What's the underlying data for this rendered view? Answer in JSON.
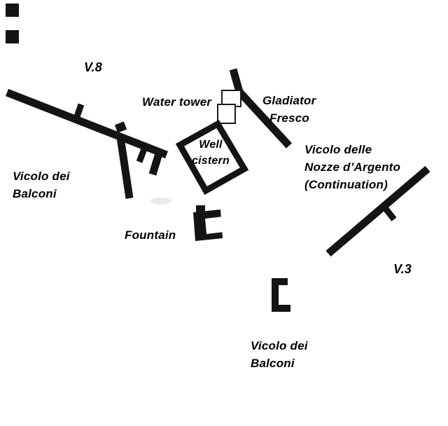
{
  "colors": {
    "wall": "#141414",
    "outline": "#1a1a1a",
    "background": "#ffffff",
    "smudge": "#dcdcdc",
    "text": "#000000"
  },
  "labels": {
    "v8": "V.8",
    "water_tower": "Water tower",
    "gladiator": [
      "Gladiator",
      "Fresco"
    ],
    "well_cistern": [
      "Well",
      "cistern"
    ],
    "balconi_upper": [
      "Vicolo dei",
      "Balconi"
    ],
    "nozze": [
      "Vicolo delle",
      "Nozze d’Argento",
      "(Continuation)"
    ],
    "fountain": "Fountain",
    "v3": "V.3",
    "balconi_lower": [
      "Vicolo dei",
      "Balconi"
    ]
  }
}
